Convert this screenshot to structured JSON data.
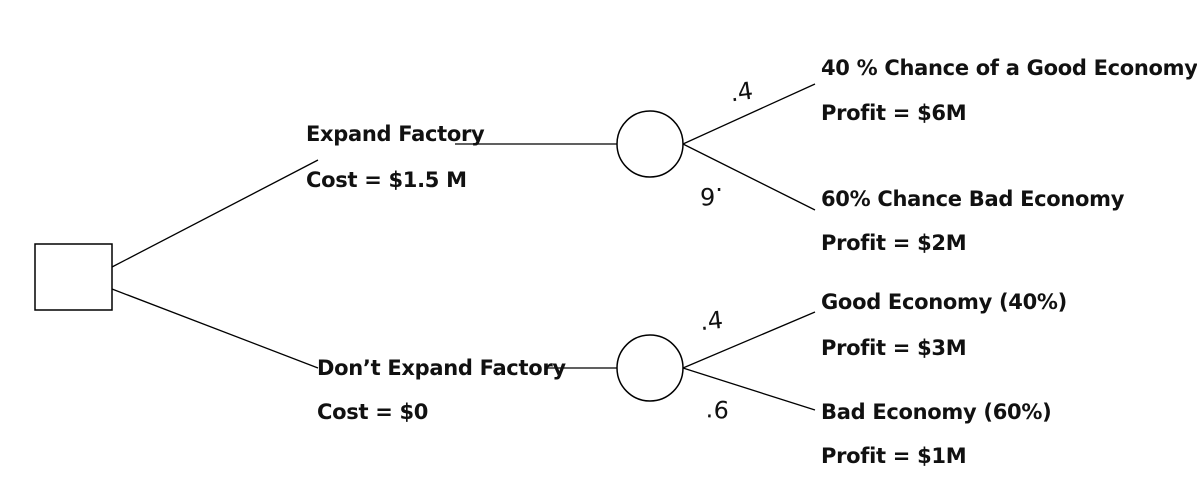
{
  "decision": {
    "expand": {
      "title": "Expand Factory",
      "cost": "Cost = $1.5 M",
      "prob_good": ".4",
      "prob_bad": ".6",
      "good_outcome": "40 % Chance of a Good Economy",
      "good_profit": "Profit = $6M",
      "bad_outcome": "60% Chance Bad Economy",
      "bad_profit": "Profit = $2M"
    },
    "dont_expand": {
      "title": "Don’t Expand Factory",
      "cost": "Cost = $0",
      "prob_good": ".4",
      "prob_bad": ".6",
      "good_outcome": "Good Economy (40%)",
      "good_profit": "Profit = $3M",
      "bad_outcome": "Bad Economy (60%)",
      "bad_profit": "Profit = $1M"
    }
  },
  "colors": {
    "line": "#000000",
    "text": "#111111",
    "background": "#ffffff"
  }
}
